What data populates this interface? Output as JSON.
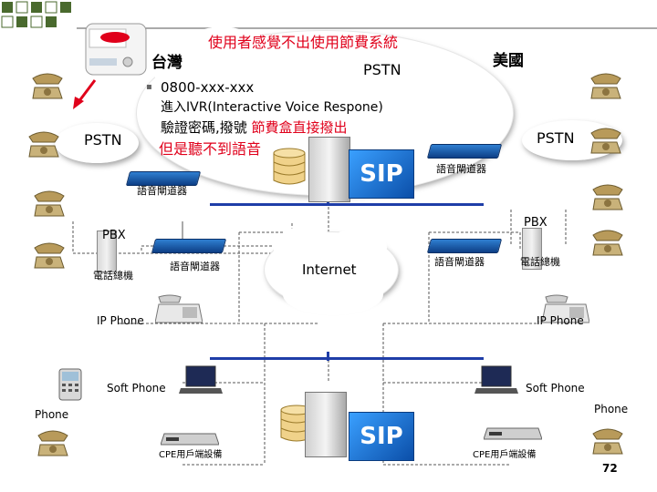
{
  "labels": {
    "title": "使用者感覺不出使用節費系統",
    "taiwan": "台灣",
    "usa": "美國",
    "pstn_top": "PSTN",
    "pstn_left": "PSTN",
    "pstn_right": "PSTN",
    "bullet": "▪",
    "line1": "0800-xxx-xxx",
    "line2": "進入IVR(Interactive Voice Respone)",
    "line3a": "驗證密碼,撥號 ",
    "line3b": "節費盒直接撥出",
    "line4": "但是聽不到語音",
    "gateway_right_top": "語音閘道器",
    "gateway_left_upper": "語音閘道器",
    "gateway_left_lower": "語音閘道器",
    "gateway_right_lower": "語音閘道器",
    "pbx_left": "PBX",
    "pbx_right": "PBX",
    "switch_left": "電話總機",
    "switch_right": "電話總機",
    "internet": "Internet",
    "ipphone_left": "IP Phone",
    "ipphone_right": "IP Phone",
    "softphone_left": "Soft Phone",
    "softphone_right": "Soft Phone",
    "phone_left": "Phone",
    "phone_right": "Phone",
    "cpe_left": "CPE用戶端設備",
    "cpe_right": "CPE用戶端設備",
    "sip_top": "SIP",
    "sip_bottom": "SIP",
    "page_number": "72"
  },
  "colors": {
    "title": "#e0001b",
    "accent": "#e0001b",
    "backbone": "#1f3ea8",
    "gateway": "#0d3f86",
    "deco_square": "#4a6a2e",
    "text": "#000000"
  },
  "icons": [
    "phone-icon",
    "pbx-icon",
    "gateway-icon",
    "server-icon",
    "database-icon",
    "sip-server-icon",
    "ip-phone-icon",
    "laptop-icon",
    "soft-phone-icon",
    "cpe-icon",
    "voip-box-icon",
    "red-arrow-icon",
    "cloud-icon"
  ]
}
